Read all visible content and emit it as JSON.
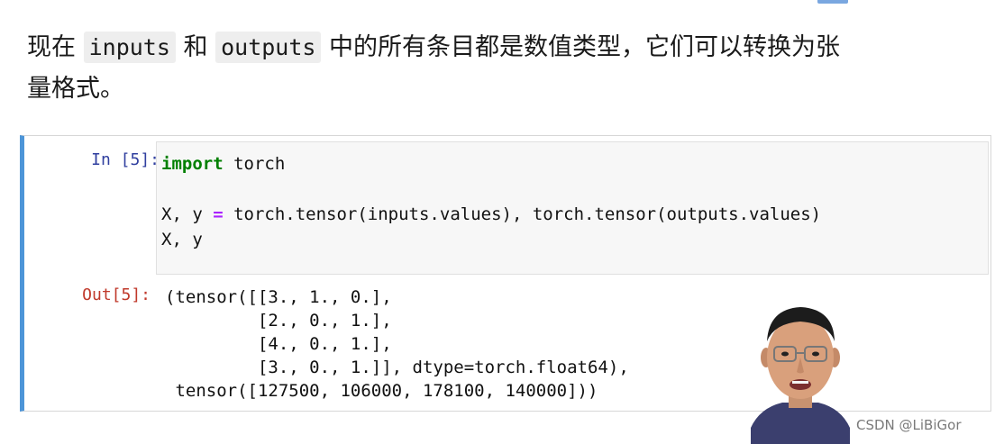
{
  "markdown": {
    "text_before_inputs": "现在",
    "code_inputs": "inputs",
    "text_and": "和",
    "code_outputs": "outputs",
    "text_after_line1": "中的所有条目都是数值类型，它们可以转换为张",
    "text_line2": "量格式。"
  },
  "code_cell": {
    "in_prompt": "In [5]:",
    "line1_keyword": "import",
    "line1_rest": " torch",
    "line3_before_eq": "X, y ",
    "line3_eq": "=",
    "line3_after_eq": " torch.tensor(inputs.values), torch.tensor(outputs.values)",
    "line4": "X, y",
    "out_prompt": "Out[5]:",
    "output_lines": [
      "(tensor([[3., 1., 0.],",
      "         [2., 0., 1.],",
      "         [4., 0., 1.],",
      "         [3., 0., 1.]], dtype=torch.float64),",
      " tensor([127500, 106000, 178100, 140000]))"
    ]
  },
  "watermark": "CSDN @LiBiGor",
  "icons": {
    "corner": "toolbar-icon",
    "presenter": "webcam-presenter"
  },
  "colors": {
    "cell_border_accent": "#4d95d8",
    "in_prompt": "#303f9f",
    "out_prompt": "#c0392b",
    "keyword": "#008000"
  }
}
